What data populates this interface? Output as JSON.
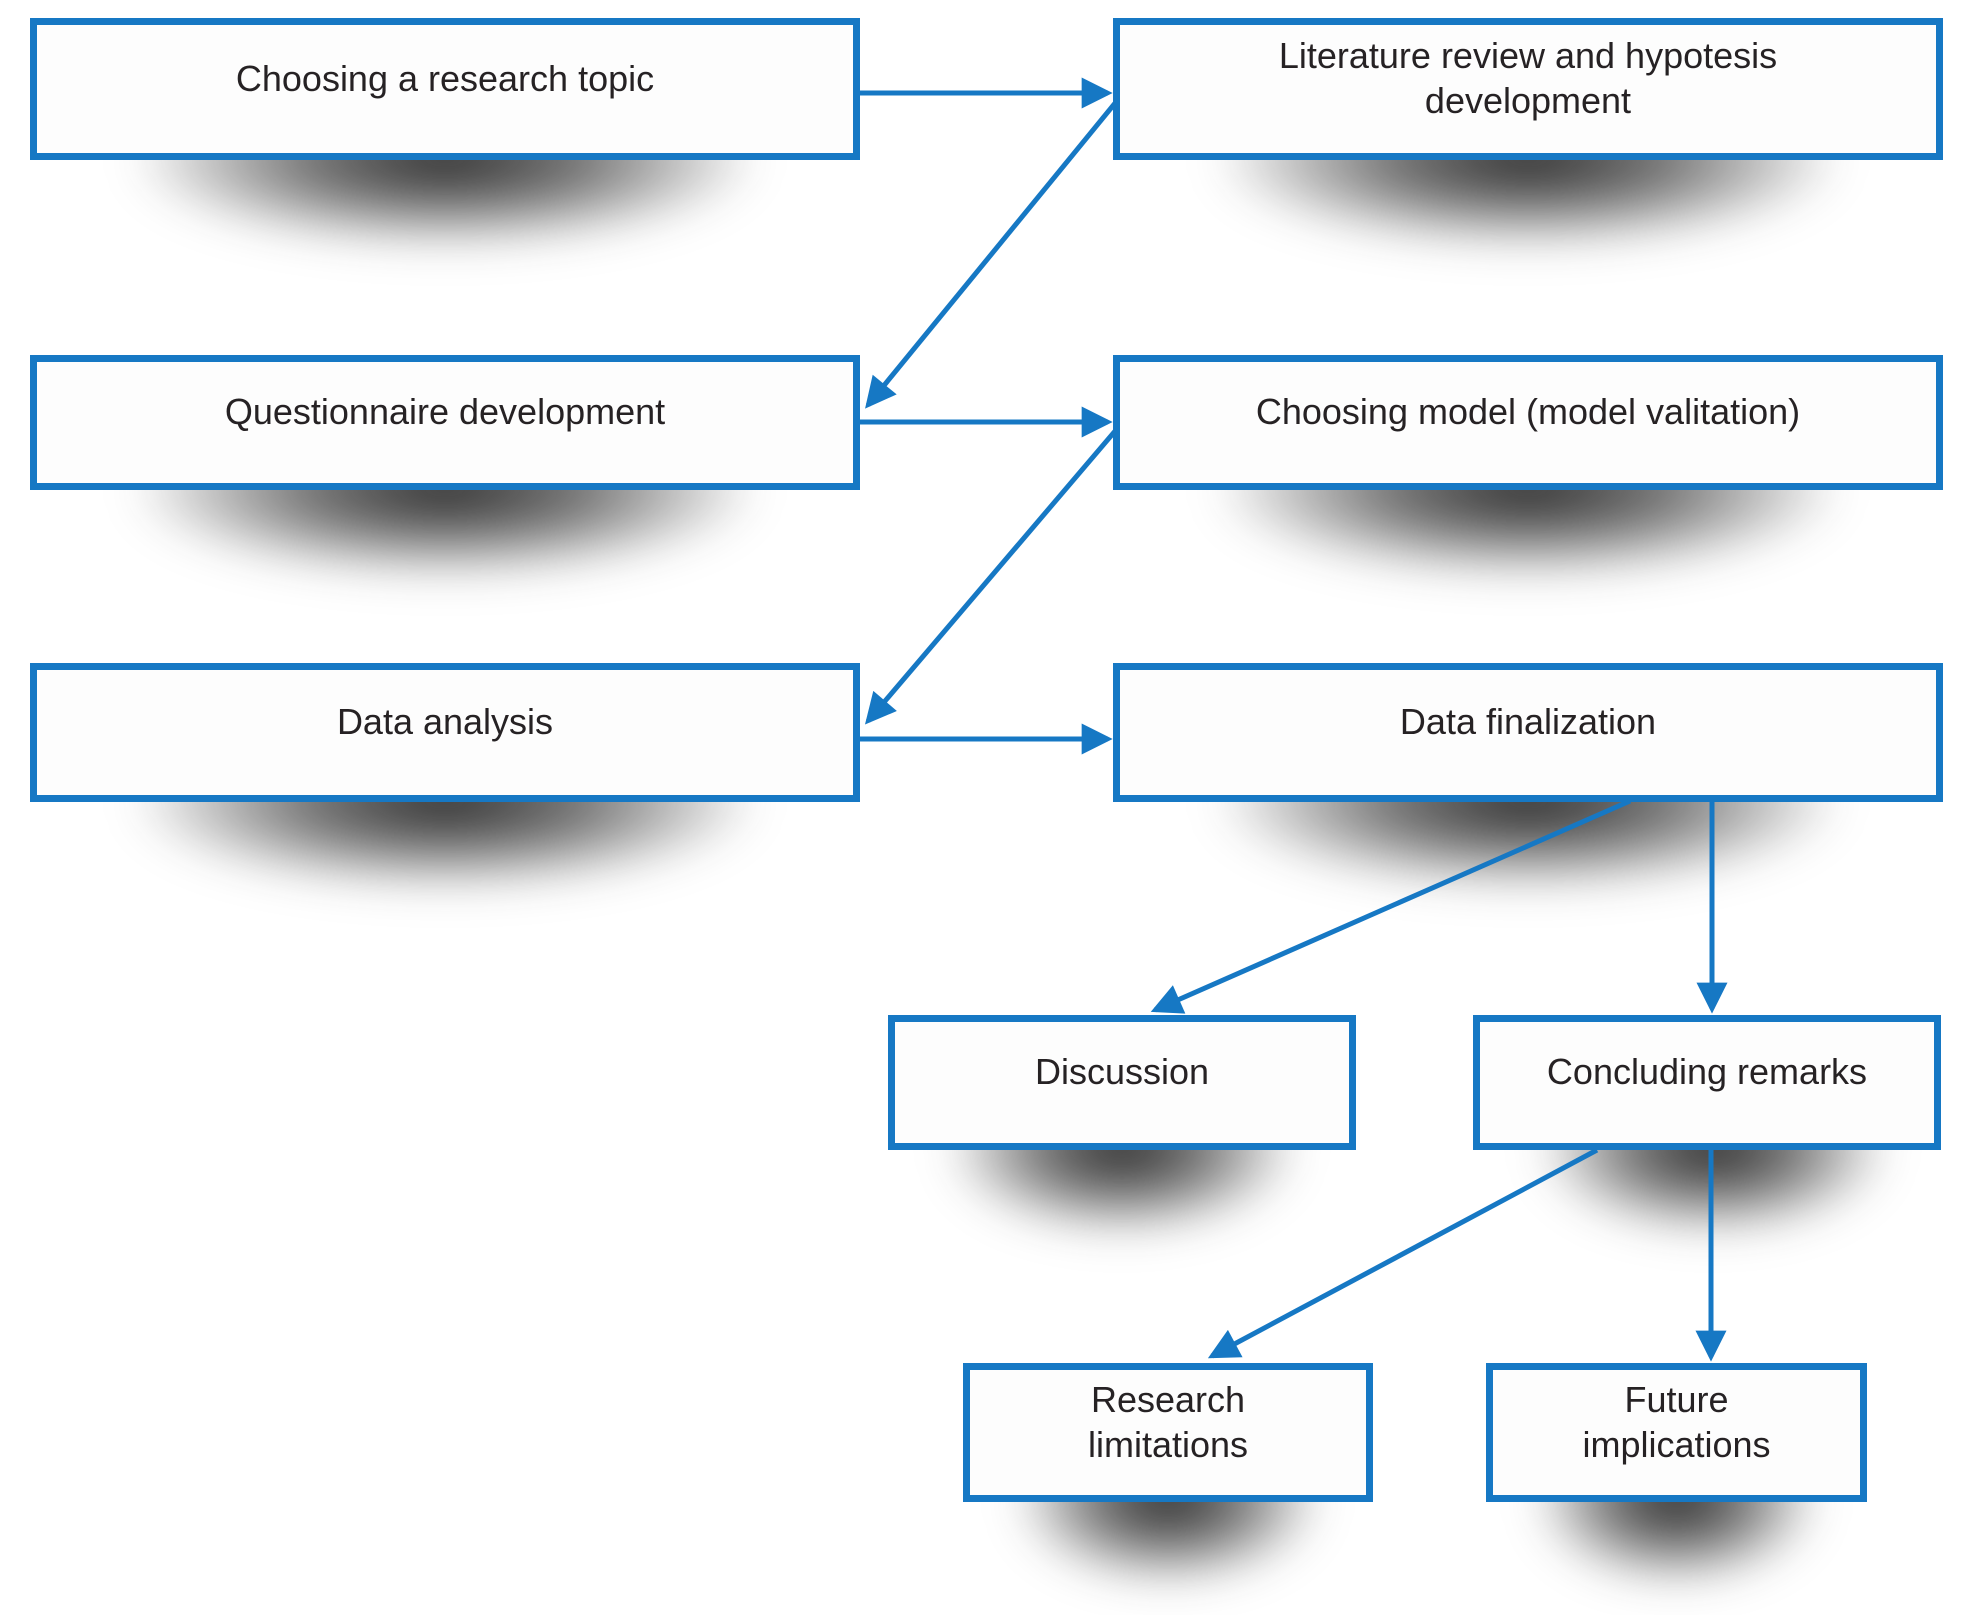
{
  "diagram": {
    "type": "flowchart",
    "background": "#ffffff"
  },
  "colors": {
    "box_border": "#1678c4",
    "arrow": "#1678c4",
    "text": "#262224",
    "shadow": "#191919"
  },
  "nodes": [
    {
      "id": "choosing-research-topic",
      "label": "Choosing a research topic"
    },
    {
      "id": "literature-review",
      "label": "Literature review and hypotesis\ndevelopment"
    },
    {
      "id": "questionnaire-development",
      "label": "Questionnaire development"
    },
    {
      "id": "choosing-model",
      "label": "Choosing model (model valitation)"
    },
    {
      "id": "data-analysis",
      "label": "Data analysis"
    },
    {
      "id": "data-finalization",
      "label": "Data finalization"
    },
    {
      "id": "discussion",
      "label": "Discussion"
    },
    {
      "id": "concluding-remarks",
      "label": "Concluding remarks"
    },
    {
      "id": "research-limitations",
      "label": "Research\nlimitations"
    },
    {
      "id": "future-implications",
      "label": "Future\nimplications"
    }
  ],
  "edges": [
    {
      "from": "choosing-research-topic",
      "to": "literature-review"
    },
    {
      "from": "literature-review",
      "to": "questionnaire-development"
    },
    {
      "from": "questionnaire-development",
      "to": "choosing-model"
    },
    {
      "from": "choosing-model",
      "to": "data-analysis"
    },
    {
      "from": "data-analysis",
      "to": "data-finalization"
    },
    {
      "from": "data-finalization",
      "to": "discussion"
    },
    {
      "from": "data-finalization",
      "to": "concluding-remarks"
    },
    {
      "from": "concluding-remarks",
      "to": "research-limitations"
    },
    {
      "from": "concluding-remarks",
      "to": "future-implications"
    }
  ]
}
